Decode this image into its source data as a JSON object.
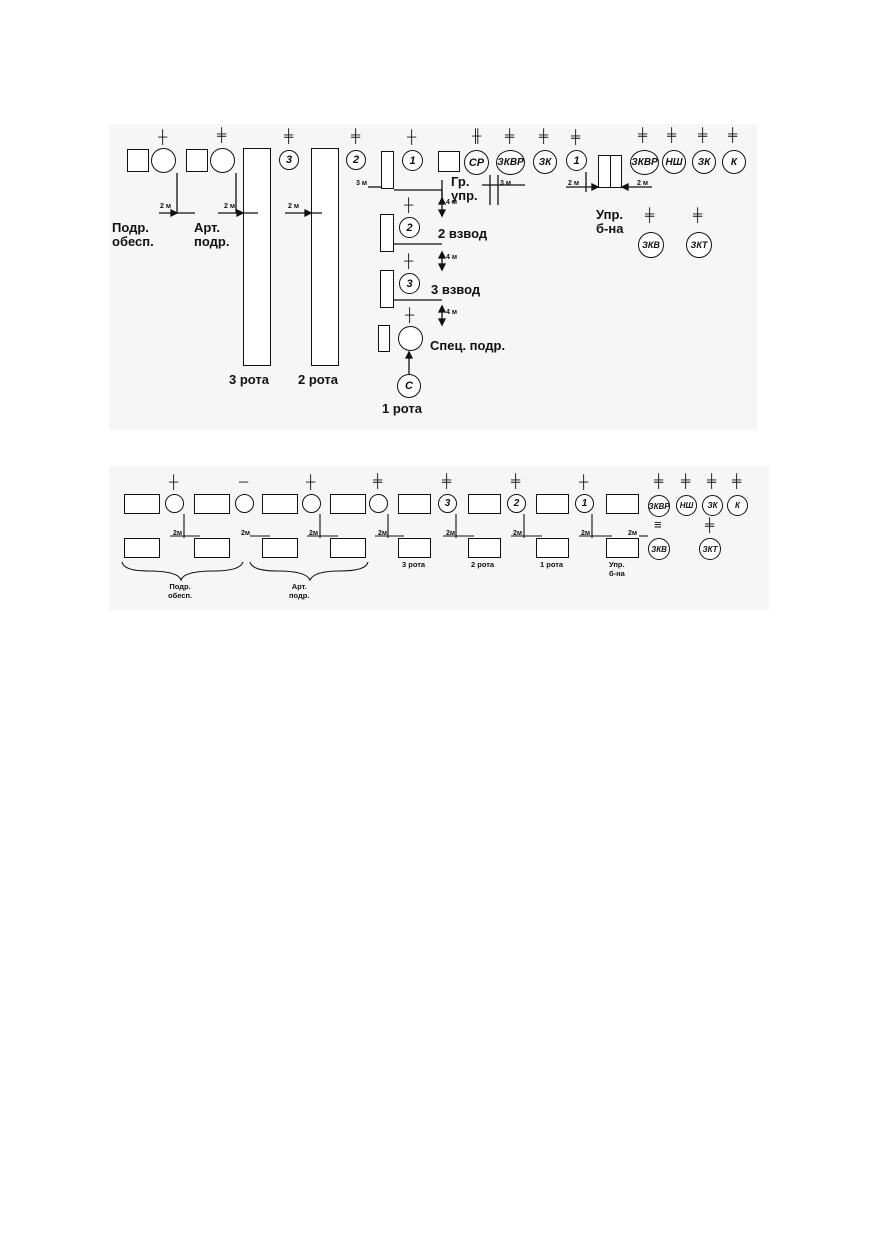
{
  "scheme_1": {
    "labels": {
      "support_unit": "Подр.\nобесп.",
      "artillery_unit": "Арт.\nподр.",
      "company_3": "3 рота",
      "company_2": "2 рота",
      "group_control": "Гр.\nупр.",
      "platoon_2": "2 взвод",
      "platoon_3": "3 взвод",
      "special_unit": "Спец. подр.",
      "company_1": "1 рота",
      "battalion_control": "Упр.\nб-на"
    },
    "circle_labels": {
      "company_3": "3",
      "company_2": "2",
      "group_1": "1",
      "sr": "СР",
      "zkvr_group": "ЗКВР",
      "zk_group": "ЗК",
      "batt_1": "1",
      "zkvr": "ЗКВР",
      "nsh": "НШ",
      "zk": "ЗК",
      "k": "К",
      "platoon_2": "2",
      "platoon_3": "3",
      "special": "С",
      "zkv": "ЗКВ",
      "zkt": "ЗКТ"
    },
    "distances": {
      "d1": "2 м",
      "d2": "2 м",
      "d3": "2 м",
      "d4": "3 м",
      "d5": "4 м",
      "d6": "3 м",
      "d7": "4 м",
      "d8": "4 м",
      "d9": "2 м",
      "d10": "2 м"
    }
  },
  "scheme_2": {
    "labels": {
      "support_unit": "Подр.\nобесп.",
      "artillery_unit": "Арт.\nподр.",
      "company_3": "3 рота",
      "company_2": "2 рота",
      "company_1": "1 рота",
      "battalion_control": "Упр.\nб-на"
    },
    "circle_labels": {
      "c3": "3",
      "c2": "2",
      "c1": "1",
      "zkvr": "ЗКВР",
      "nsh": "НШ",
      "zk": "ЗК",
      "k": "К",
      "zkv": "ЗКВ",
      "zkt": "ЗКТ"
    },
    "distances": {
      "a": "2м",
      "b": "2м",
      "c": "2м",
      "d": "2м",
      "e": "2м",
      "f": "2м",
      "g": "2м",
      "h": "2м"
    }
  },
  "icons": [
    "vehicle-rect-icon",
    "commander-circle-icon",
    "rank-mark-icon",
    "arrow-icon",
    "brace-icon"
  ]
}
